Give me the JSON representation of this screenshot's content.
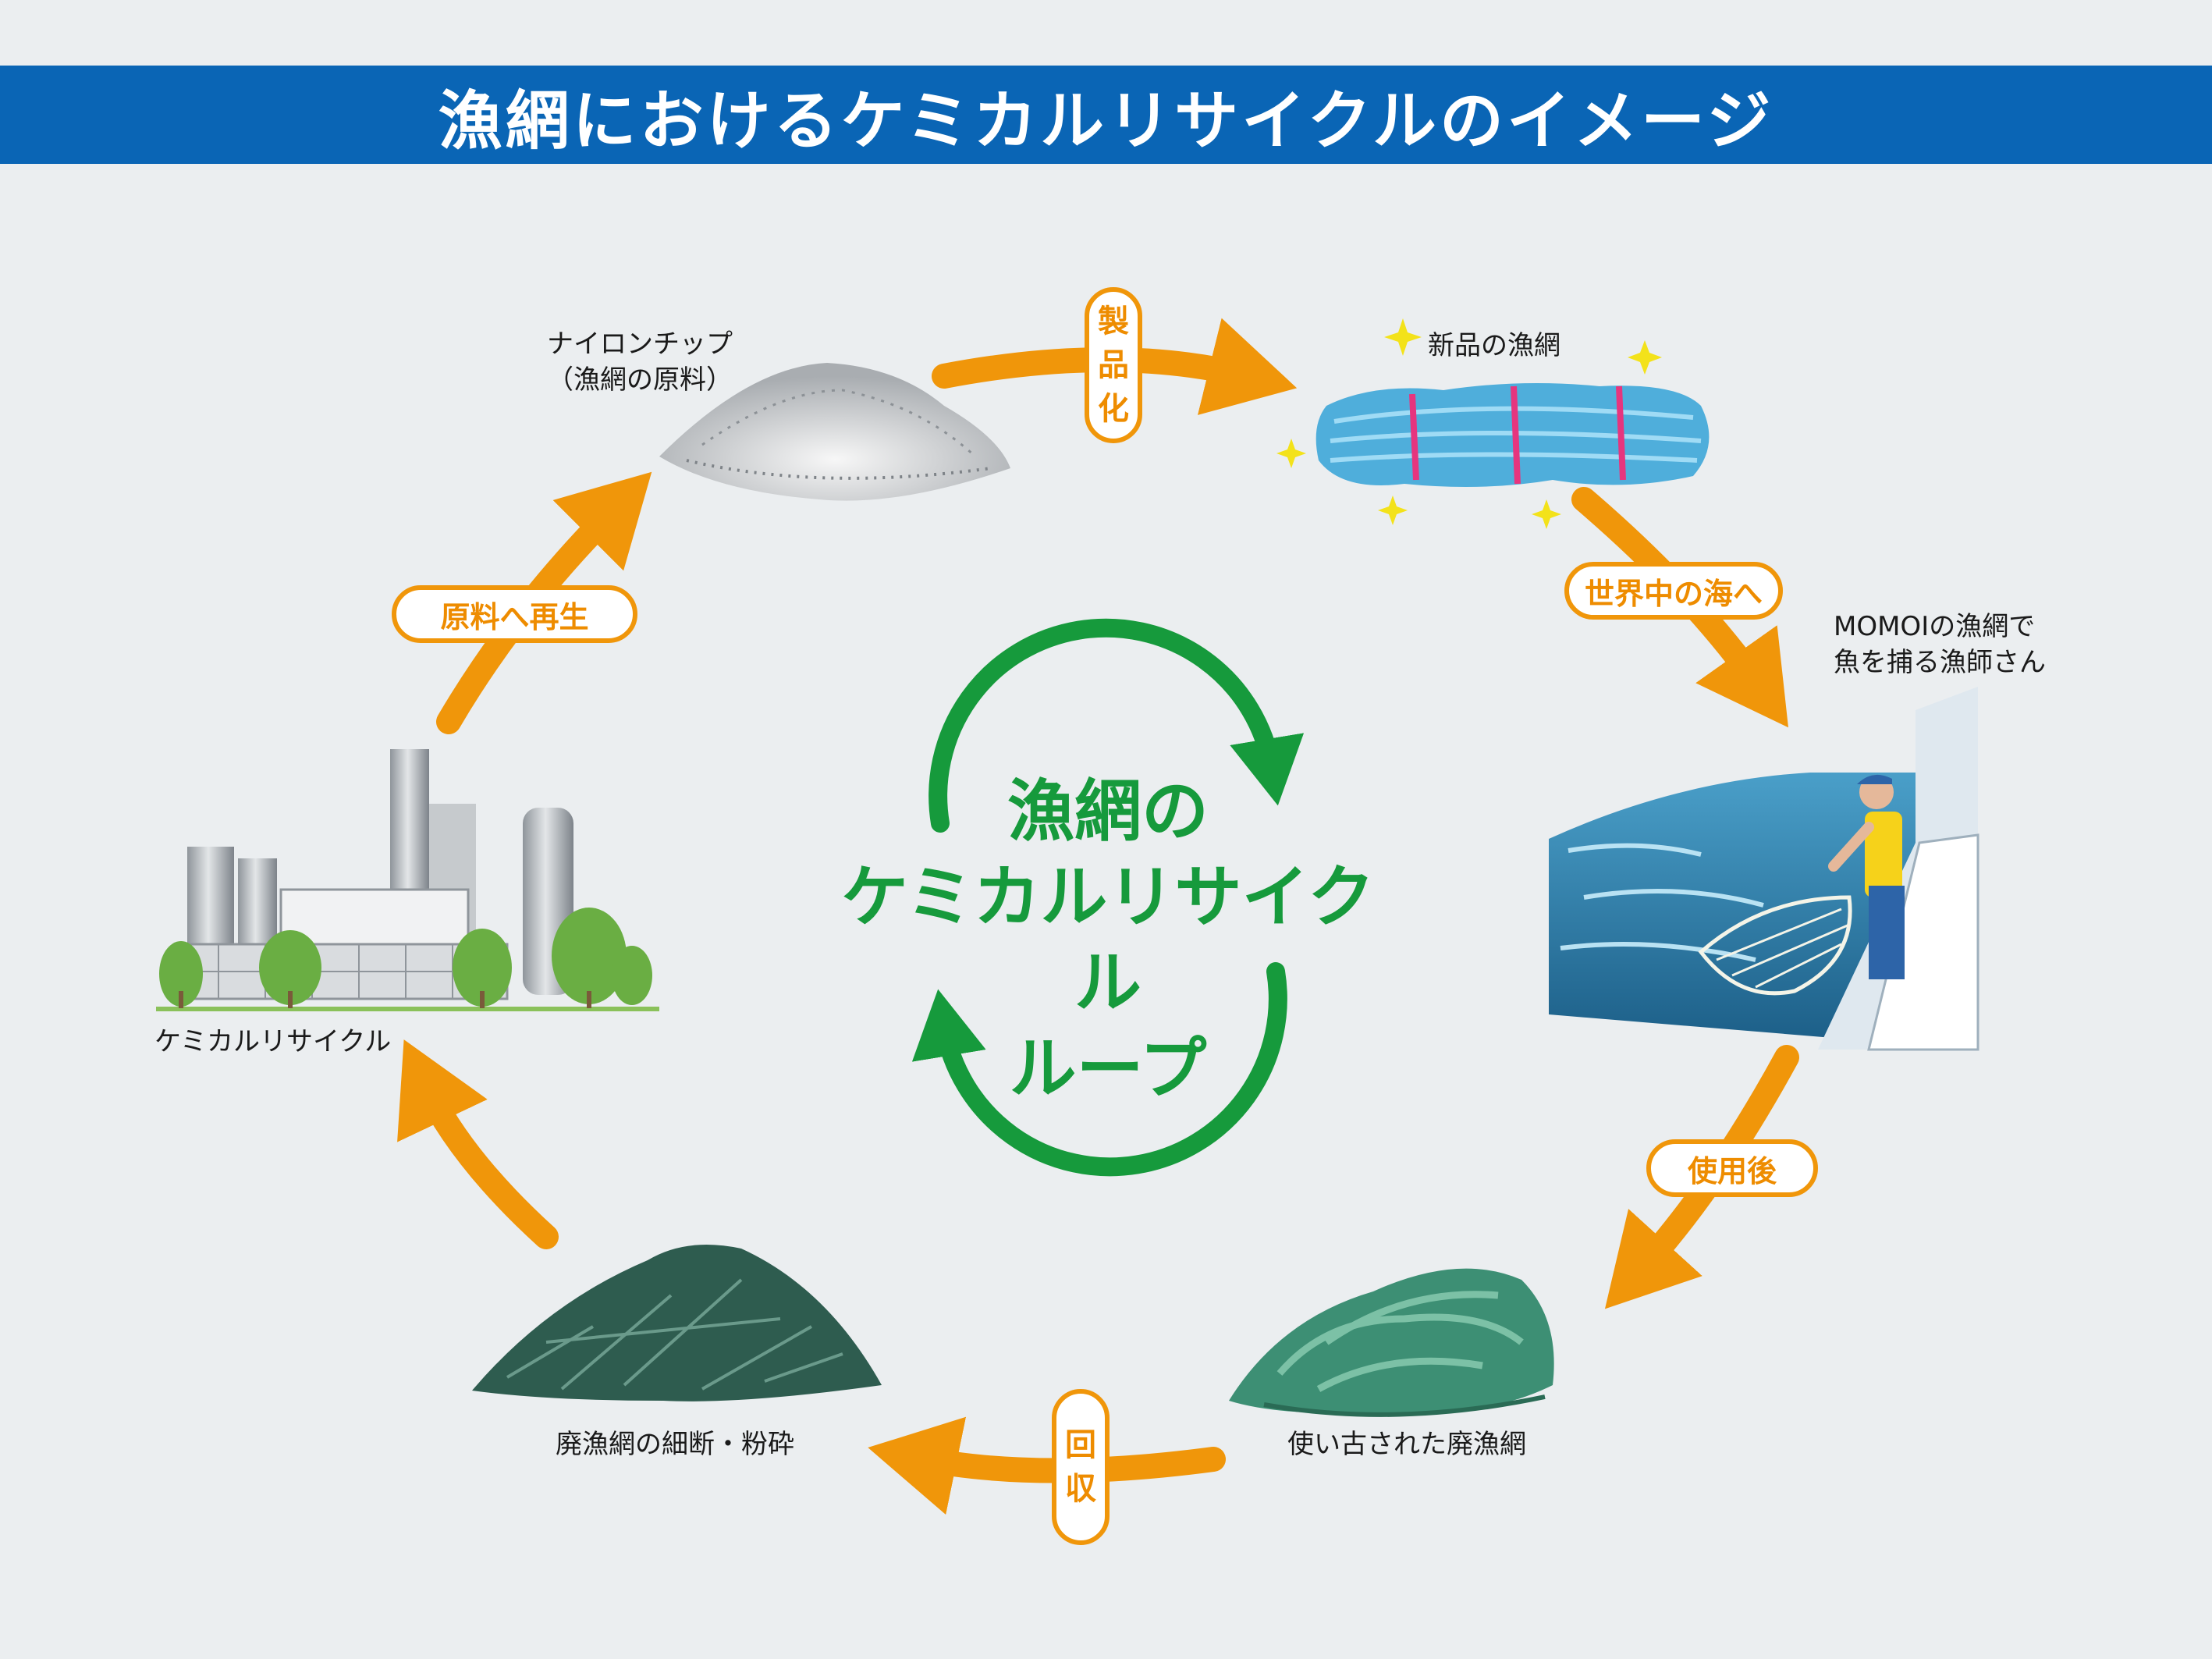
{
  "header": {
    "title": "漁網におけるケミカルリサイクルのイメージ"
  },
  "center": {
    "line1": "漁網の",
    "line2": "ケミカルリサイクル",
    "line3": "ループ"
  },
  "stages": {
    "nylon_chip": {
      "line1": "ナイロンチップ",
      "line2": "（漁網の原料）"
    },
    "new_net": {
      "label": "新品の漁網"
    },
    "fisherman": {
      "line1": "MOMOIの漁網で",
      "line2": "魚を捕る漁師さん"
    },
    "used_net": {
      "label": "使い古された廃漁網"
    },
    "shredded": {
      "label": "廃漁網の細断・粉砕"
    },
    "chemical": {
      "label": "ケミカルリサイクル"
    }
  },
  "steps": {
    "productization": {
      "c1": "製",
      "c2": "品",
      "c3": "化"
    },
    "to_sea": {
      "label": "世界中の海へ"
    },
    "after_use": {
      "label": "使用後"
    },
    "collection": {
      "c1": "回",
      "c2": "収"
    },
    "regeneration": {
      "label": "原料へ再生"
    }
  },
  "colors": {
    "banner": "#0a65b5",
    "arrow": "#f0960a",
    "loop": "#169a3c",
    "background": "#ebeef0"
  }
}
